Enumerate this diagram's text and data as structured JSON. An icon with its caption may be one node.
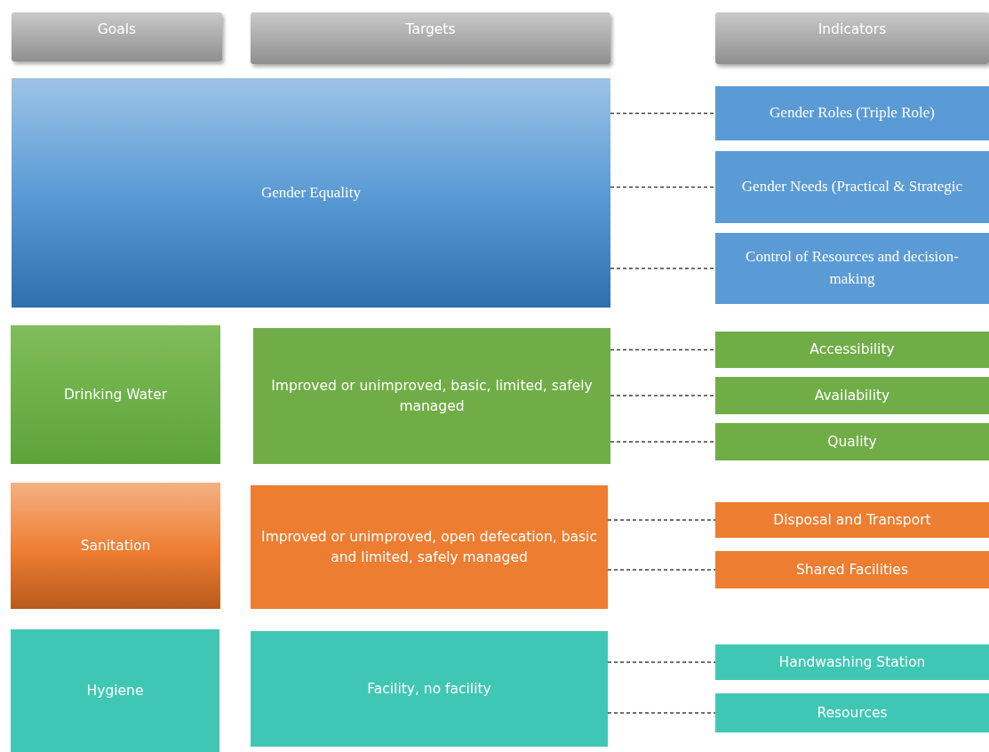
{
  "diagram": {
    "nodes": [
      {
        "text": [
          "Goals"
        ]
      },
      {
        "text": [
          "Targets"
        ]
      },
      {
        "text": [
          "Indicators"
        ]
      },
      {
        "text": [
          "Gender Equality"
        ]
      },
      {
        "text": [
          "Gender Roles (Triple Role)"
        ]
      },
      {
        "text": [
          "Gender Needs (Practical & Strategic"
        ]
      },
      {
        "text": [
          "Control of Resources and decision-making"
        ]
      },
      {
        "text": [
          "Drinking Water"
        ]
      },
      {
        "text": [
          "Improved or unimproved, basic, limited, safely managed"
        ]
      },
      {
        "text": [
          "Accessibility"
        ]
      },
      {
        "text": [
          "Availability"
        ]
      },
      {
        "text": [
          "Quality"
        ]
      },
      {
        "text": [
          "Sanitation"
        ]
      },
      {
        "text": [
          "Improved or unimproved, open defecation, basic and limited, safely managed"
        ]
      },
      {
        "text": [
          "Disposal and Transport"
        ]
      },
      {
        "text": [
          "Shared Facilities"
        ]
      },
      {
        "text": [
          "Hygiene"
        ]
      },
      {
        "text": [
          "Facility, no facility"
        ]
      },
      {
        "text": [
          "Handwashing Station"
        ]
      },
      {
        "text": [
          "Resources"
        ]
      }
    ],
    "edges": [
      {
        "from": 3,
        "to": 4,
        "arrow": "none",
        "style": "dashed"
      },
      {
        "from": 3,
        "to": 5,
        "arrow": "none",
        "style": "dashed"
      },
      {
        "from": 3,
        "to": 6,
        "arrow": "none",
        "style": "dashed"
      },
      {
        "from": 8,
        "to": 9,
        "arrow": "none",
        "style": "dashed"
      },
      {
        "from": 8,
        "to": 10,
        "arrow": "none",
        "style": "dashed"
      },
      {
        "from": 8,
        "to": 11,
        "arrow": "none",
        "style": "dashed"
      },
      {
        "from": 13,
        "to": 14,
        "arrow": "none",
        "style": "dashed"
      },
      {
        "from": 13,
        "to": 15,
        "arrow": "none",
        "style": "dashed"
      },
      {
        "from": 17,
        "to": 18,
        "arrow": "none",
        "style": "dashed"
      },
      {
        "from": 17,
        "to": 19,
        "arrow": "none",
        "style": "dashed"
      }
    ]
  }
}
